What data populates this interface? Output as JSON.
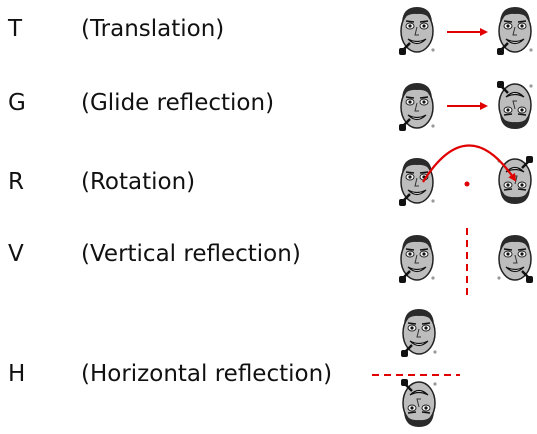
{
  "rows": [
    {
      "letter": "T",
      "description": "(Translation)"
    },
    {
      "letter": "G",
      "description": "(Glide reflection)"
    },
    {
      "letter": "R",
      "description": "(Rotation)"
    },
    {
      "letter": "V",
      "description": "(Vertical reflection)"
    },
    {
      "letter": "H",
      "description": "(Horizontal reflection)"
    }
  ],
  "colors": {
    "arrow": "#e00000",
    "text": "#111111"
  },
  "icons": {
    "face": "smiling-man-with-pipe-icon"
  }
}
